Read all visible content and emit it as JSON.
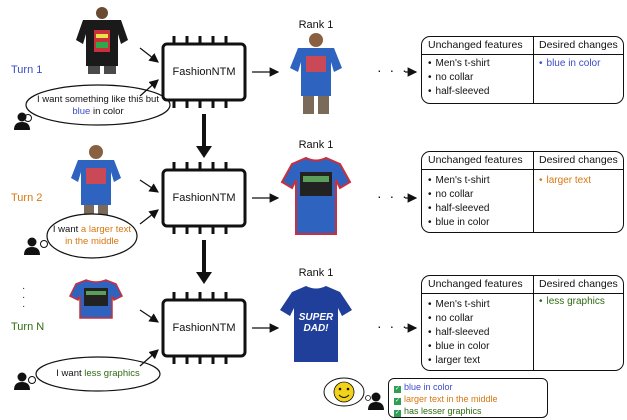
{
  "colors": {
    "blue": "#3b4cc9",
    "orange": "#d9770f",
    "green": "#2e6b12",
    "shirt_blue": "#2f63c0",
    "shirt_black": "#1a1a1a",
    "smiley": "#f3d21a",
    "check_green": "#2e9e55"
  },
  "turns": [
    {
      "label": "Turn 1",
      "request_prefix": "I want something like this but ",
      "request_highlight": "blue",
      "request_suffix": " in color",
      "model": "FashionNTM",
      "rank": "Rank 1",
      "unchanged_header": "Unchanged features",
      "desired_header": "Desired changes",
      "unchanged": [
        "Men's t-shirt",
        "no collar",
        "half-sleeved"
      ],
      "desired": [
        "blue in color"
      ]
    },
    {
      "label": "Turn 2",
      "request_prefix": "I want ",
      "request_highlight": "a larger text in the middle",
      "request_suffix": "",
      "model": "FashionNTM",
      "rank": "Rank 1",
      "unchanged_header": "Unchanged features",
      "desired_header": "Desired changes",
      "unchanged": [
        "Men's t-shirt",
        "no collar",
        "half-sleeved",
        "blue in color"
      ],
      "desired": [
        "larger text"
      ]
    },
    {
      "label": "Turn N",
      "request_prefix": "I want ",
      "request_highlight": "less graphics",
      "request_suffix": "",
      "model": "FashionNTM",
      "rank": "Rank 1",
      "unchanged_header": "Unchanged features",
      "desired_header": "Desired changes",
      "unchanged": [
        "Men's t-shirt",
        "no collar",
        "half-sleeved",
        "blue in color",
        "larger text"
      ],
      "desired": [
        "less graphics"
      ]
    }
  ],
  "vertical_dots": "·\n·\n·",
  "ellipsis": "· · ·",
  "final_shirt_text": "SUPER DAD!",
  "satisfaction": [
    {
      "text": "blue in color",
      "color": "#3b4cc9"
    },
    {
      "text": "larger text in the middle",
      "color": "#d9770f"
    },
    {
      "text": "has lesser graphics",
      "color": "#2e6b12"
    }
  ]
}
